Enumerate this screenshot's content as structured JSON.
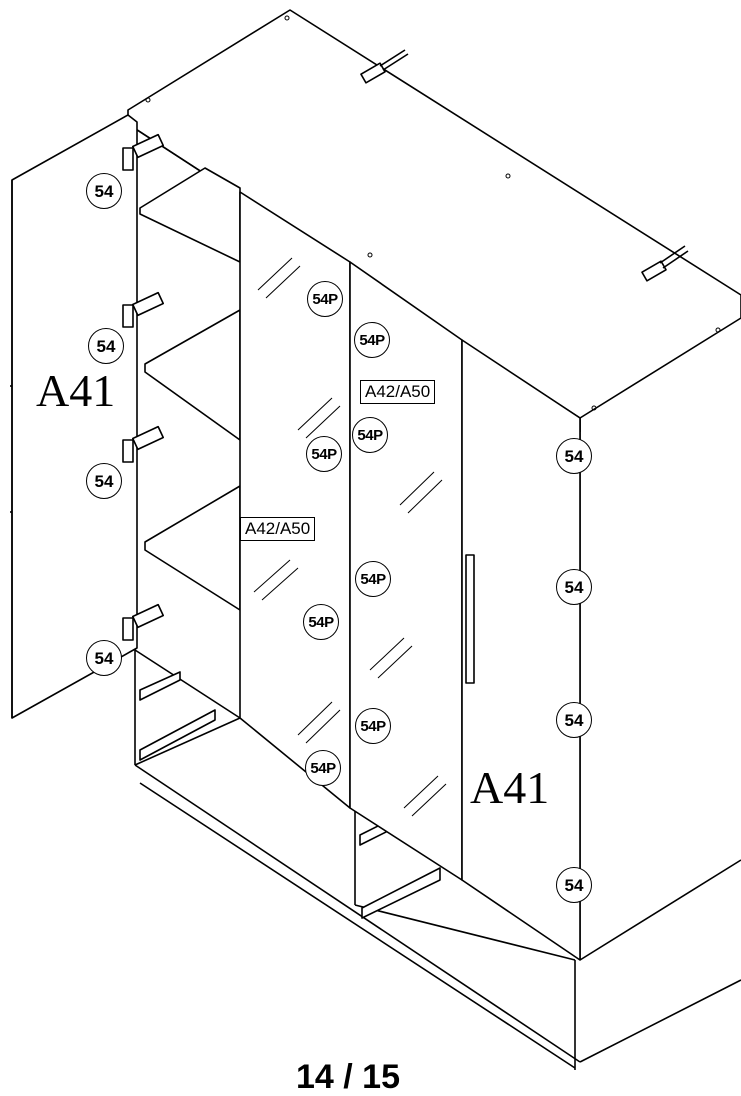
{
  "part_labels": {
    "left_door": "A41",
    "right_door": "A41",
    "glass_left": "A42/A50",
    "glass_right": "A42/A50"
  },
  "hinge_callouts": [
    "54",
    "54",
    "54",
    "54"
  ],
  "side_callouts": [
    "54",
    "54",
    "54",
    "54"
  ],
  "glass_callouts": [
    "54P",
    "54P",
    "54P",
    "54P",
    "54P",
    "54P",
    "54P",
    "54P"
  ],
  "page_number": "14 / 15"
}
